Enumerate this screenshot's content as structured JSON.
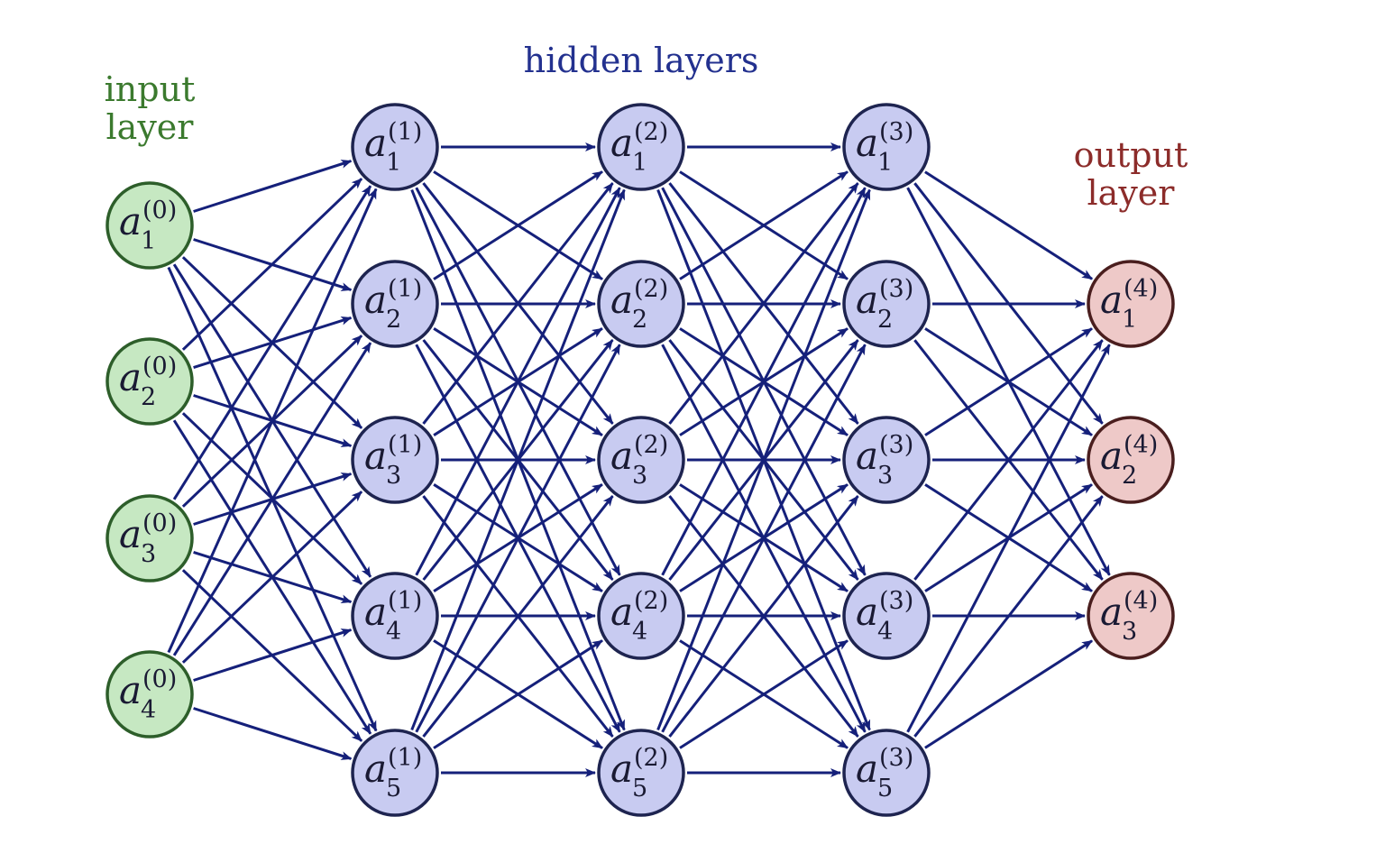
{
  "colors": {
    "edge": "#15207a",
    "input_fill": "#c6e8c2",
    "input_stroke": "#2d5e2a",
    "input_label": "#3b7a2e",
    "hidden_fill": "#c8cbf1",
    "hidden_stroke": "#1e2450",
    "hidden_label": "#23318f",
    "output_fill": "#eec9c8",
    "output_stroke": "#4a1e1e",
    "output_label": "#8c2c2a",
    "node_text": "#1a1a33"
  },
  "layer_titles": {
    "input": [
      "input",
      "layer"
    ],
    "hidden": "hidden layers",
    "output": [
      "output",
      "layer"
    ]
  },
  "layers": [
    {
      "kind": "input",
      "nodes": [
        {
          "var": "a",
          "sub": "1",
          "sup": "(0)"
        },
        {
          "var": "a",
          "sub": "2",
          "sup": "(0)"
        },
        {
          "var": "a",
          "sub": "3",
          "sup": "(0)"
        },
        {
          "var": "a",
          "sub": "4",
          "sup": "(0)"
        }
      ]
    },
    {
      "kind": "hidden",
      "nodes": [
        {
          "var": "a",
          "sub": "1",
          "sup": "(1)"
        },
        {
          "var": "a",
          "sub": "2",
          "sup": "(1)"
        },
        {
          "var": "a",
          "sub": "3",
          "sup": "(1)"
        },
        {
          "var": "a",
          "sub": "4",
          "sup": "(1)"
        },
        {
          "var": "a",
          "sub": "5",
          "sup": "(1)"
        }
      ]
    },
    {
      "kind": "hidden",
      "nodes": [
        {
          "var": "a",
          "sub": "1",
          "sup": "(2)"
        },
        {
          "var": "a",
          "sub": "2",
          "sup": "(2)"
        },
        {
          "var": "a",
          "sub": "3",
          "sup": "(2)"
        },
        {
          "var": "a",
          "sub": "4",
          "sup": "(2)"
        },
        {
          "var": "a",
          "sub": "5",
          "sup": "(2)"
        }
      ]
    },
    {
      "kind": "hidden",
      "nodes": [
        {
          "var": "a",
          "sub": "1",
          "sup": "(3)"
        },
        {
          "var": "a",
          "sub": "2",
          "sup": "(3)"
        },
        {
          "var": "a",
          "sub": "3",
          "sup": "(3)"
        },
        {
          "var": "a",
          "sub": "4",
          "sup": "(3)"
        },
        {
          "var": "a",
          "sub": "5",
          "sup": "(3)"
        }
      ]
    },
    {
      "kind": "output",
      "nodes": [
        {
          "var": "a",
          "sub": "1",
          "sup": "(4)"
        },
        {
          "var": "a",
          "sub": "2",
          "sup": "(4)"
        },
        {
          "var": "a",
          "sub": "3",
          "sup": "(4)"
        }
      ]
    }
  ]
}
